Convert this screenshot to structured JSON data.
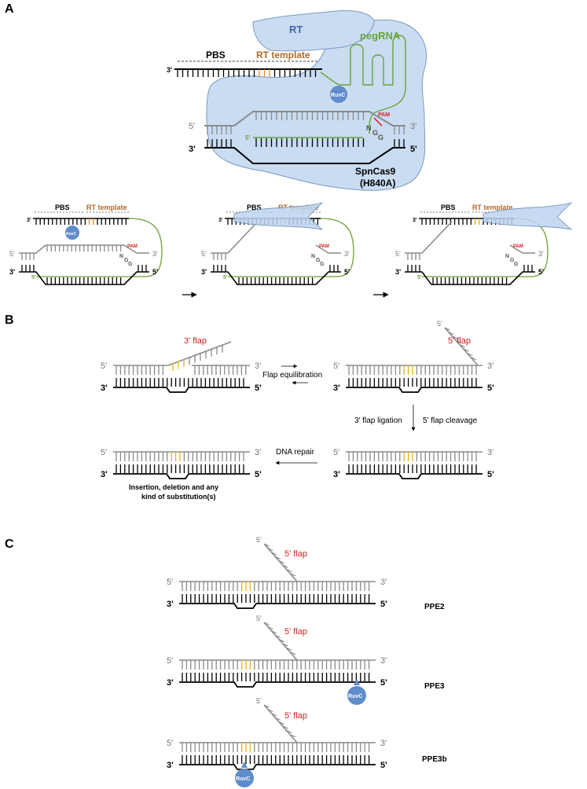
{
  "colors": {
    "gray_strand": "#8a8a8a",
    "black_strand": "#000000",
    "green_rna": "#6aa338",
    "orange_rt": "#e58a2e",
    "yellow_edit": "#e7b21c",
    "red_label": "#d42020",
    "protein_fill": "#bcd3ee",
    "protein_stroke": "#6e8fb6",
    "ruvc_fill": "#5f8ccb",
    "rt_text": "#4466b0"
  },
  "panels": {
    "a": "A",
    "b": "B",
    "c": "C"
  },
  "panel_a": {
    "rt": "RT",
    "pegrna": "pegRNA",
    "pbs": "PBS",
    "rt_template": "RT template",
    "ruvc": "RuvC",
    "pam": "PAM",
    "n": "N",
    "g1": "G",
    "g2": "G",
    "three_prime": "3'",
    "five_prime": "5'",
    "enzyme_line1": "SpnCas9",
    "enzyme_line2": "(H840A)"
  },
  "panel_b": {
    "three_flap": "3' flap",
    "five_flap": "5' flap",
    "flap_equilibration": "Flap equilibration",
    "three_flap_ligation": "3' flap ligation",
    "five_flap_cleavage": "5' flap cleavage",
    "dna_repair": "DNA repair",
    "outcome_line1": "Insertion, deletion and any",
    "outcome_line2": "kind of substitution(s)",
    "three_prime": "3'",
    "five_prime": "5'"
  },
  "panel_c": {
    "five_flap": "5' flap",
    "ruvc": "RuvC",
    "three_prime": "3'",
    "five_prime": "5'",
    "variants": [
      "PPE2",
      "PPE3",
      "PPE3b"
    ]
  }
}
